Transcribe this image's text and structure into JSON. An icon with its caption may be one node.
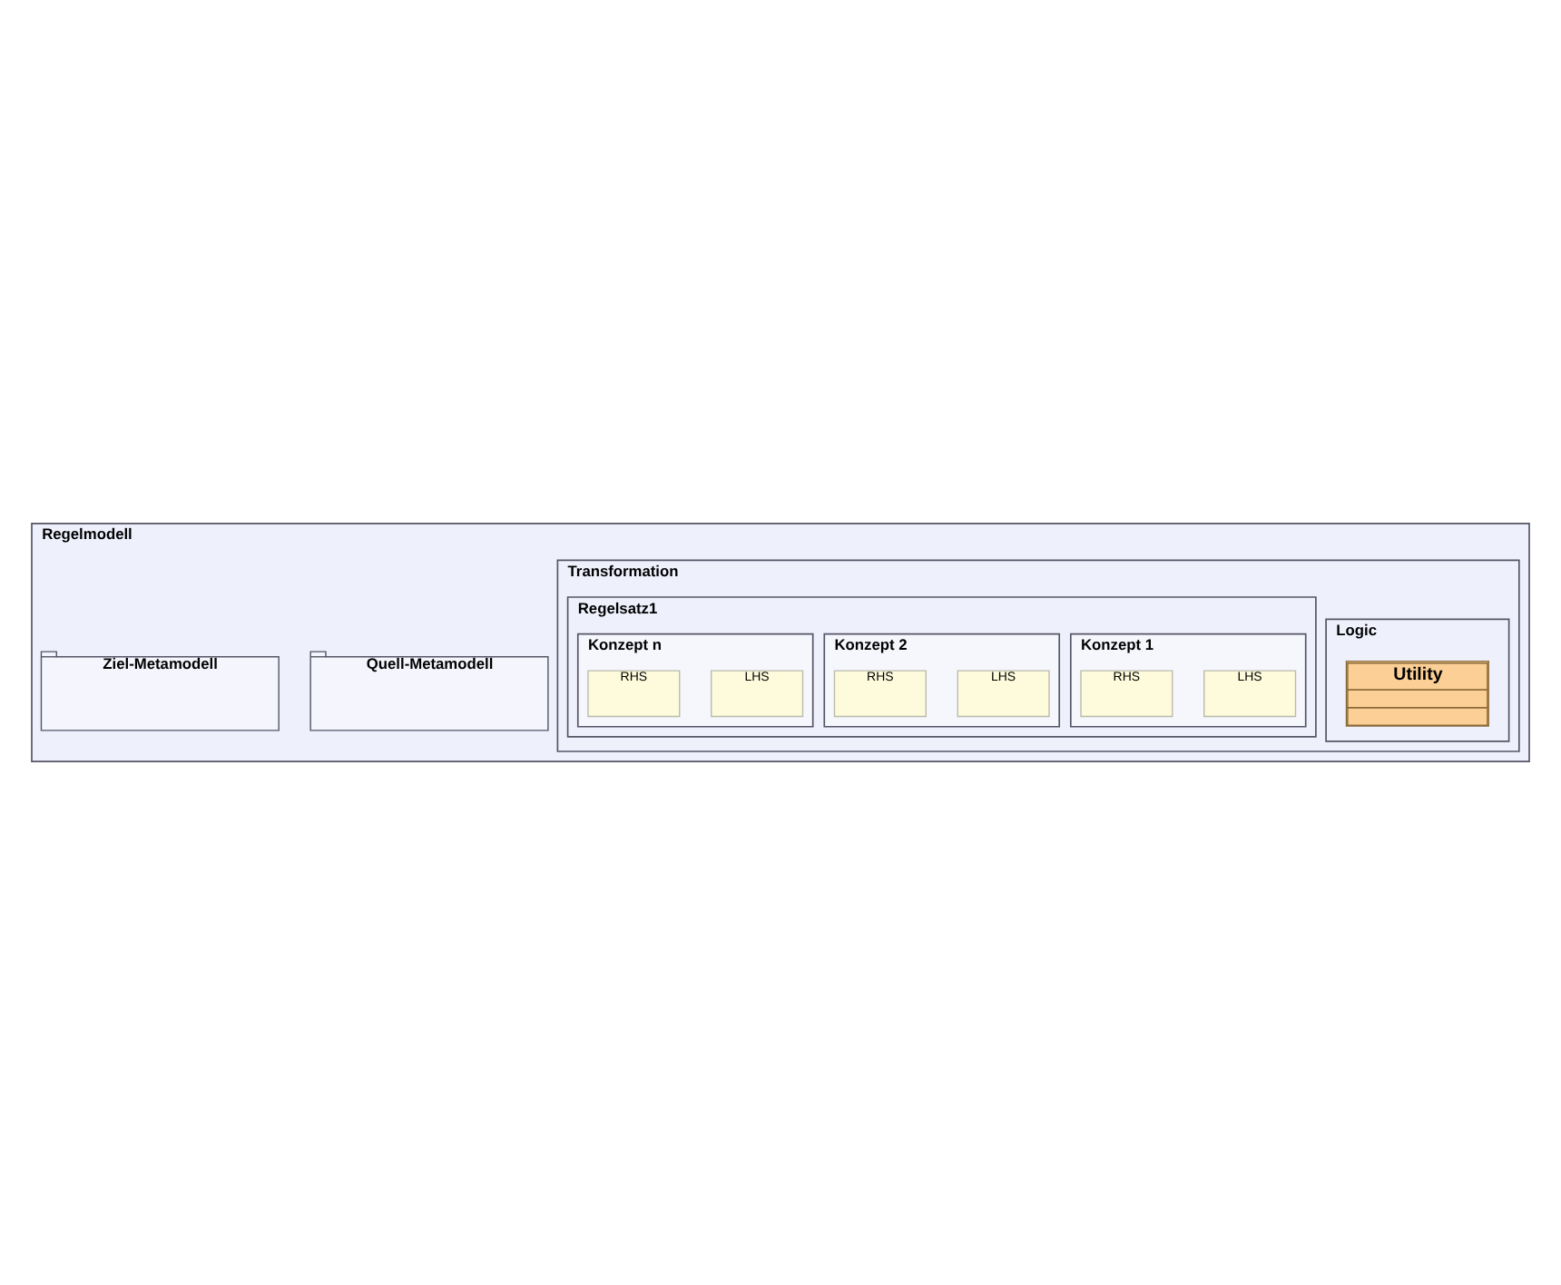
{
  "diagram": {
    "nodes": [
      {
        "text": [
          "Regelmodell"
        ]
      },
      {
        "text": [
          "Quell-Metamodell"
        ],
        "in": 0
      },
      {
        "text": [
          "Ziel-Metamodell"
        ],
        "in": 0
      },
      {
        "text": [
          "Transformation"
        ],
        "in": 0
      },
      {
        "text": [
          "Logic"
        ],
        "in": 3
      },
      {
        "text": [
          "Utility"
        ],
        "in": 4
      },
      {
        "text": [
          "Regelsatz1"
        ],
        "in": 3
      },
      {
        "text": [
          "Konzept 1"
        ],
        "in": 6
      },
      {
        "text": [
          "LHS"
        ],
        "in": 7
      },
      {
        "text": [
          "RHS"
        ],
        "in": 7
      },
      {
        "text": [
          "Konzept 2"
        ],
        "in": 6
      },
      {
        "text": [
          "LHS"
        ],
        "in": 10
      },
      {
        "text": [
          "RHS"
        ],
        "in": 10
      },
      {
        "text": [
          "Konzept n"
        ],
        "in": 6
      },
      {
        "text": [
          "LHS"
        ],
        "in": 13
      },
      {
        "text": [
          "RHS"
        ],
        "in": 13
      }
    ],
    "edges": []
  }
}
